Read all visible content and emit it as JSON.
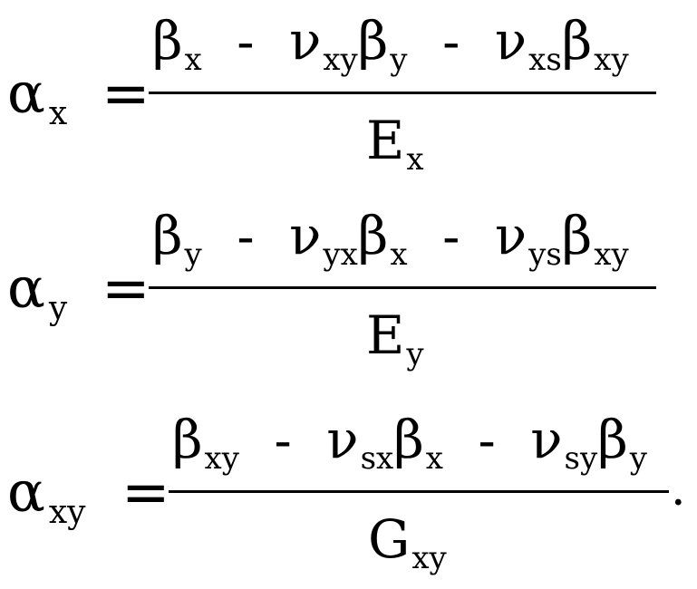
{
  "equations": [
    {
      "lhs": {
        "sym": "α",
        "sub": "x"
      },
      "eq": "=",
      "numerator": [
        {
          "sym": "β",
          "sub": "x"
        },
        {
          "op": "-"
        },
        {
          "sym": "ν",
          "sub": "xy"
        },
        {
          "sym": "β",
          "sub": "y"
        },
        {
          "op": "-"
        },
        {
          "sym": "ν",
          "sub": "xs"
        },
        {
          "sym": "β",
          "sub": "xy"
        }
      ],
      "denominator": {
        "sym": "E",
        "sub": "x"
      },
      "trail": ""
    },
    {
      "lhs": {
        "sym": "α",
        "sub": "y"
      },
      "eq": "=",
      "numerator": [
        {
          "sym": "β",
          "sub": "y"
        },
        {
          "op": "-"
        },
        {
          "sym": "ν",
          "sub": "yx"
        },
        {
          "sym": "β",
          "sub": "x"
        },
        {
          "op": "-"
        },
        {
          "sym": "ν",
          "sub": "ys"
        },
        {
          "sym": "β",
          "sub": "xy"
        }
      ],
      "denominator": {
        "sym": "E",
        "sub": "y"
      },
      "trail": ""
    },
    {
      "lhs": {
        "sym": "α",
        "sub": "xy"
      },
      "eq": "=",
      "numerator": [
        {
          "sym": "β",
          "sub": "xy"
        },
        {
          "op": "-"
        },
        {
          "sym": "ν",
          "sub": "sx"
        },
        {
          "sym": "β",
          "sub": "x"
        },
        {
          "op": "-"
        },
        {
          "sym": "ν",
          "sub": "sy"
        },
        {
          "sym": "β",
          "sub": "y"
        }
      ],
      "denominator": {
        "sym": "G",
        "sub": "xy"
      },
      "trail": "."
    }
  ]
}
